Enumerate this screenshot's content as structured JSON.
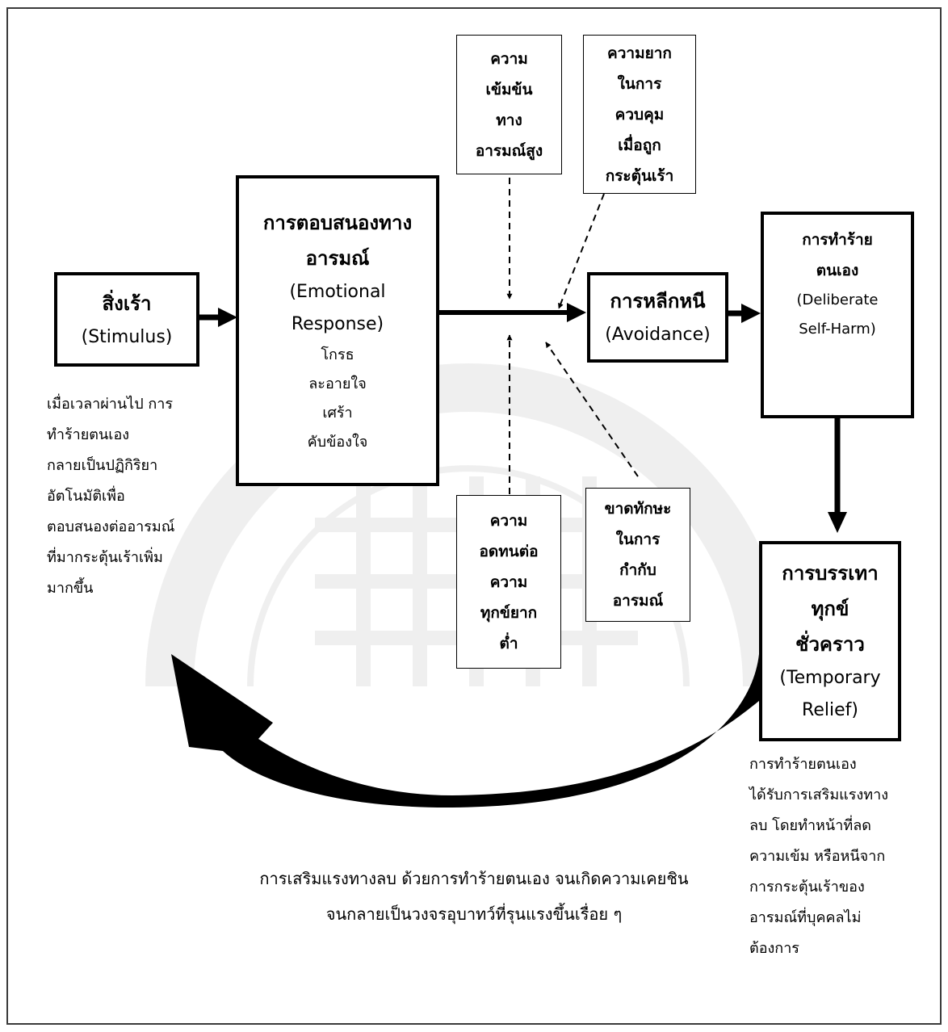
{
  "stimulus": {
    "title": "สิ่งเร้า",
    "subtitle": "(Stimulus)"
  },
  "emotional_response": {
    "title": "การตอบสนองทาง\nอารมณ์",
    "subtitle": "(Emotional\nResponse)",
    "items": "โกรธ\nละอายใจ\nเศร้า\nคับข้องใจ"
  },
  "high_intensity": "ความ\nเข้มข้น\nทาง\nอารมณ์สูง",
  "difficulty_control": "ความยาก\nในการ\nควบคุม\nเมื่อถูก\nกระตุ้นเร้า",
  "low_tolerance": "ความ\nอดทนต่อ\nความ\nทุกข์ยาก\nต่ำ",
  "lack_skills": "ขาดทักษะ\nในการ\nกำกับ\nอารมณ์",
  "avoidance": {
    "title": "การหลีกหนี",
    "subtitle": "(Avoidance)"
  },
  "self_harm": {
    "title": "การทำร้าย\nตนเอง",
    "subtitle": "(Deliberate\nSelf-Harm)"
  },
  "relief": {
    "title": "การบรรเทา\nทุกข์\nชั่วคราว",
    "subtitle": "(Temporary\nRelief)"
  },
  "left_note": "เมื่อเวลาผ่านไป การ\nทำร้ายตนเอง\nกลายเป็นปฏิกิริยา\nอัตโนมัติเพื่อ\nตอบสนองต่ออารมณ์\nที่มากระตุ้นเร้าเพิ่ม\nมากขึ้น",
  "right_note": "การทำร้ายตนเอง\nได้รับการเสริมแรงทาง\nลบ โดยทำหน้าที่ลด\nความเข้ม หรือหนีจาก\nการกระตุ้นเร้าของ\nอารมณ์ที่บุคคลไม่\nต้องการ",
  "cycle_note": "การเสริมแรงทางลบ ด้วยการทำร้ายตนเอง จนเกิดความเคยชิน\nจนกลายเป็นวงจรอุบาทว์ที่รุนแรงขึ้นเรื่อย ๆ",
  "colors": {
    "line": "#000000",
    "frame": "#3a3a3a",
    "watermark": "#808080"
  }
}
